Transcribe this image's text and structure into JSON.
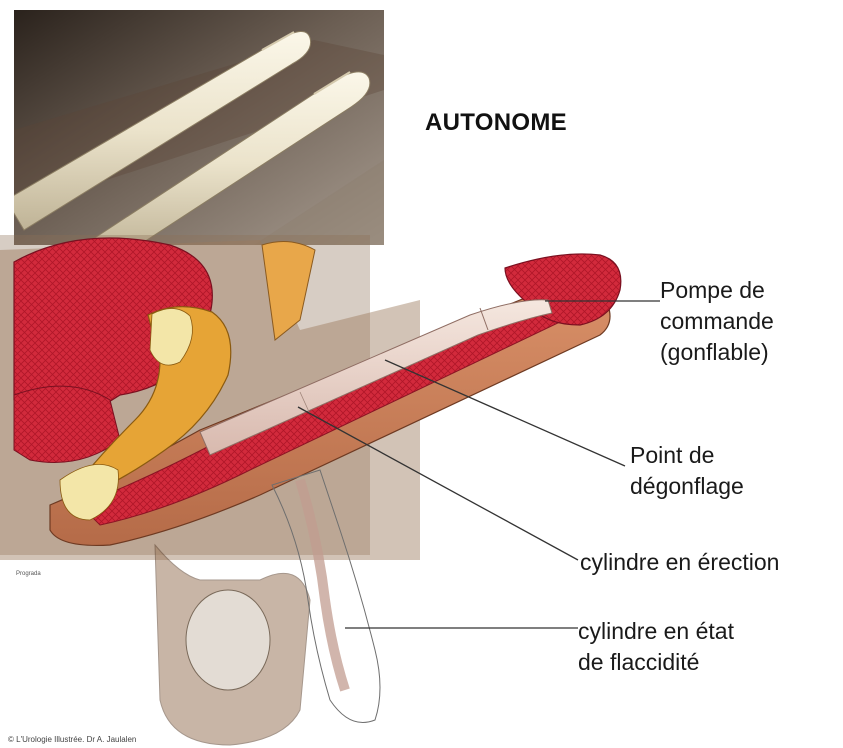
{
  "title": "AUTONOME",
  "labels": {
    "pump": [
      "Pompe de",
      "commande",
      "(gonflable)"
    ],
    "deflate": [
      "Point de",
      "dégonflage"
    ],
    "erect": [
      "cylindre en érection"
    ],
    "flaccid": [
      "cylindre en état",
      "de flaccidité"
    ]
  },
  "signature": "Prograda",
  "copyright": "© L'Urologie Illustrée. Dr A. Jaulalen",
  "colors": {
    "tissue_red": "#d22a3c",
    "skin_tan": "#c9a07a",
    "bone_orange": "#e6a436",
    "implant_pink": "#e9d2c8",
    "line": "#333333"
  }
}
